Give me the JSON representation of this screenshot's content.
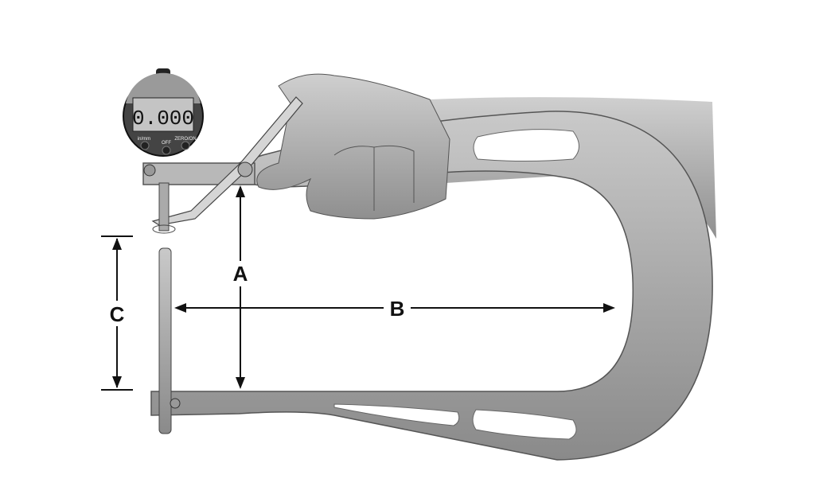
{
  "diagram": {
    "dimensions": {
      "a": "A",
      "b": "B",
      "c": "C"
    },
    "gauge": {
      "display_value": "0.000",
      "buttons": {
        "units": "in/mm",
        "off": "OFF",
        "zero_on": "ZERO/ON"
      }
    }
  }
}
